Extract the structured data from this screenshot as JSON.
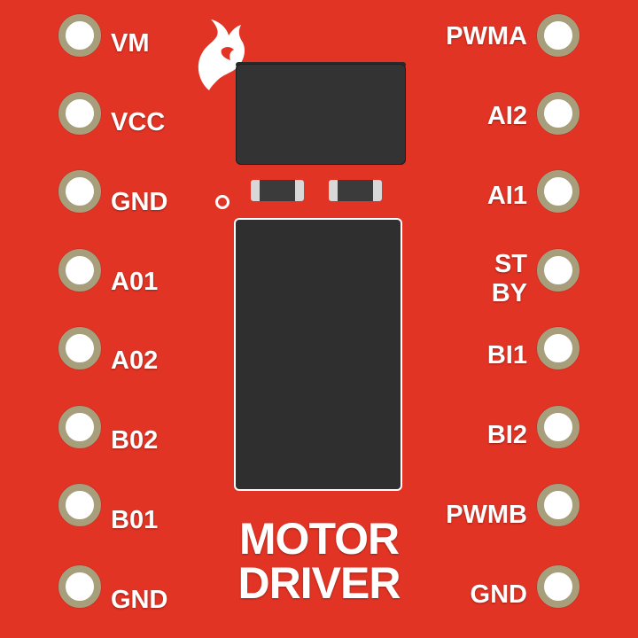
{
  "logo": {
    "icon": "sparkfun-flame-icon",
    "color": "#ffffff"
  },
  "pins_left": [
    "VM",
    "VCC",
    "GND",
    "A01",
    "A02",
    "B02",
    "B01",
    "GND"
  ],
  "pins_right": [
    "PWMA",
    "AI2",
    "AI1",
    "ST",
    "BY",
    "BI1",
    "BI2",
    "PWMB",
    "GND"
  ],
  "title": {
    "line1": "MOTOR",
    "line2": "DRIVER"
  },
  "colors": {
    "board": "#e23425",
    "pad_ring": "#a79e7c",
    "pad_center": "#ffffff",
    "chip": "#2f2f2f",
    "silkscreen": "#ffffff"
  }
}
